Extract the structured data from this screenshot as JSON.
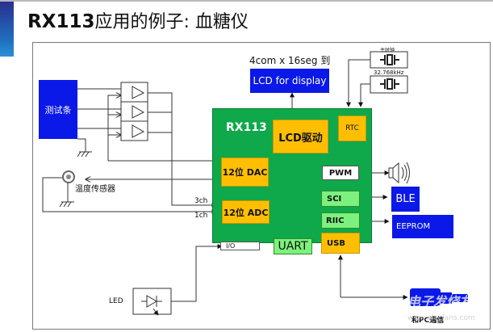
{
  "slide": {
    "title_bold": "RX113",
    "title_rest": "应用的例子: 血糖仪"
  },
  "diagram": {
    "test_strip": "测试条",
    "temp_sensor": "温度传感器",
    "lcd_caption": "4com x 16seg 到",
    "lcd_display": "LCD for display",
    "main_clock": "主时钟",
    "sub_clock": "32.768kHz",
    "crystal_glyph": "-|▯|-",
    "mcu": {
      "name": "RX113",
      "lcd_driver": "LCD驱动",
      "rtc": "RTC",
      "dac": "12位 DAC",
      "adc": "12位 ADC",
      "pwm": "PWM",
      "sci": "SCI",
      "riic": "RIIC",
      "usb": "USB",
      "uart": "UART",
      "io": "I/O"
    },
    "channels": {
      "ch3": "3ch",
      "ch1": "1ch"
    },
    "ble": "BLE",
    "eeprom": "EEPROM",
    "led": "LED",
    "pc_comm": "和PC通信",
    "watermark": "电子发烧友",
    "watermark_url": "www.elecfans.com"
  },
  "colors": {
    "blue_block": "#0a18e8",
    "mcu_green": "#0fa84a",
    "peripheral_orange": "#ffbf00",
    "peripheral_light_green": "#7df17d"
  }
}
